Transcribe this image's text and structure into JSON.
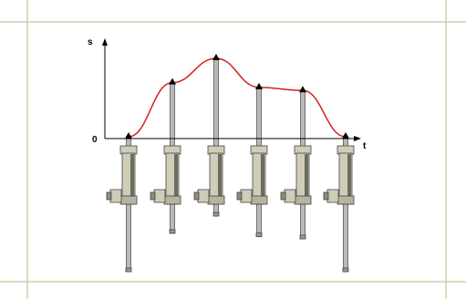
{
  "colors": {
    "frame": "#c9d4a8",
    "axis": "#000000",
    "curve": "#d42020",
    "cylinder_body": "#cfcdb8",
    "cylinder_dark": "#6e6c5e",
    "rod": "#b9b9b9",
    "marker": "#000000"
  },
  "axes": {
    "y_label": "s",
    "x_label": "t",
    "origin_label": "0"
  },
  "positions": [
    {
      "name": "position-1",
      "level": 0.0
    },
    {
      "name": "position-2",
      "level": 0.69
    },
    {
      "name": "position-3",
      "level": 1.0
    },
    {
      "name": "position-4",
      "level": 0.63
    },
    {
      "name": "position-5",
      "level": 0.59
    },
    {
      "name": "position-6",
      "level": 0.0
    }
  ]
}
